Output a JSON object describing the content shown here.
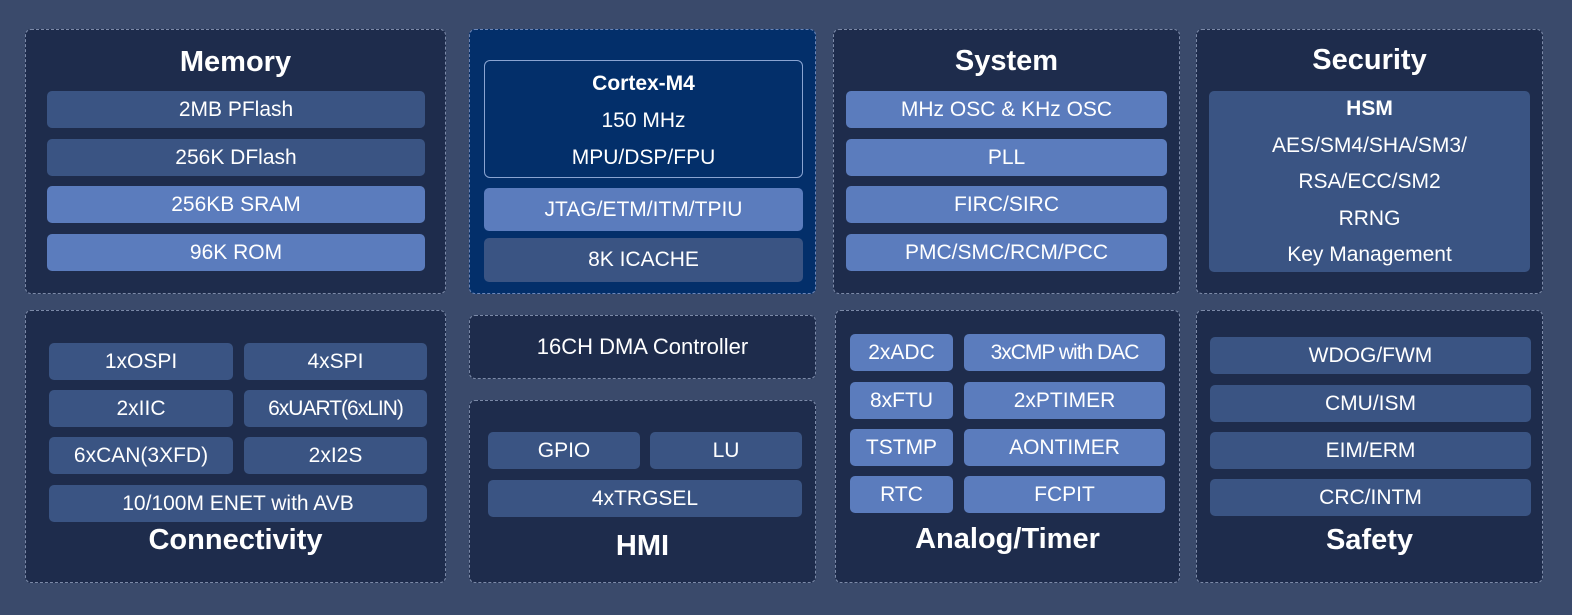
{
  "memory": {
    "title": "Memory",
    "items": [
      "2MB PFlash",
      "256K DFlash",
      "256KB SRAM",
      "96K ROM"
    ]
  },
  "core": {
    "name": "Cortex-M4",
    "freq": "150 MHz",
    "features": "MPU/DSP/FPU",
    "items": [
      "JTAG/ETM/ITM/TPIU",
      "8K ICACHE"
    ]
  },
  "system": {
    "title": "System",
    "items": [
      "MHz OSC & KHz OSC",
      "PLL",
      "FIRC/SIRC",
      "PMC/SMC/RCM/PCC"
    ]
  },
  "security": {
    "title": "Security",
    "hsm_title": "HSM",
    "lines": [
      "AES/SM4/SHA/SM3/",
      "RSA/ECC/SM2",
      "RRNG",
      "Key Management"
    ]
  },
  "connectivity": {
    "title": "Connectivity",
    "items": [
      "1xOSPI",
      "4xSPI",
      "2xIIC",
      "6xUART(6xLIN)",
      "6xCAN(3XFD)",
      "2xI2S",
      "10/100M ENET with AVB"
    ]
  },
  "dma": {
    "label": "16CH DMA Controller"
  },
  "hmi": {
    "title": "HMI",
    "items": [
      "GPIO",
      "LU",
      "4xTRGSEL"
    ]
  },
  "analog_timer": {
    "title": "Analog/Timer",
    "items": [
      "2xADC",
      "3xCMP with DAC",
      "8xFTU",
      "2xPTIMER",
      "TSTMP",
      "AONTIMER",
      "RTC",
      "FCPIT"
    ]
  },
  "safety": {
    "title": "Safety",
    "items": [
      "WDOG/FWM",
      "CMU/ISM",
      "EIM/ERM",
      "CRC/INTM"
    ]
  }
}
